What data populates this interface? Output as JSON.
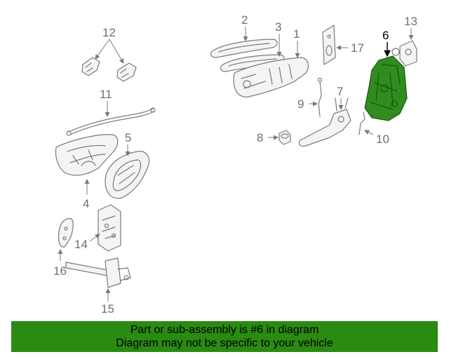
{
  "callouts": {
    "c1": "1",
    "c2": "2",
    "c3": "3",
    "c4": "4",
    "c5": "5",
    "c6": "6",
    "c7": "7",
    "c8": "8",
    "c9": "9",
    "c10": "10",
    "c11": "11",
    "c12": "12",
    "c13": "13",
    "c14": "14",
    "c15": "15",
    "c16": "16",
    "c17": "17"
  },
  "highlight_color": "#2a8a12",
  "banner": {
    "line1": "Part or sub-assembly is #6 in diagram",
    "line2": "Diagram may not be specific to your vehicle"
  }
}
